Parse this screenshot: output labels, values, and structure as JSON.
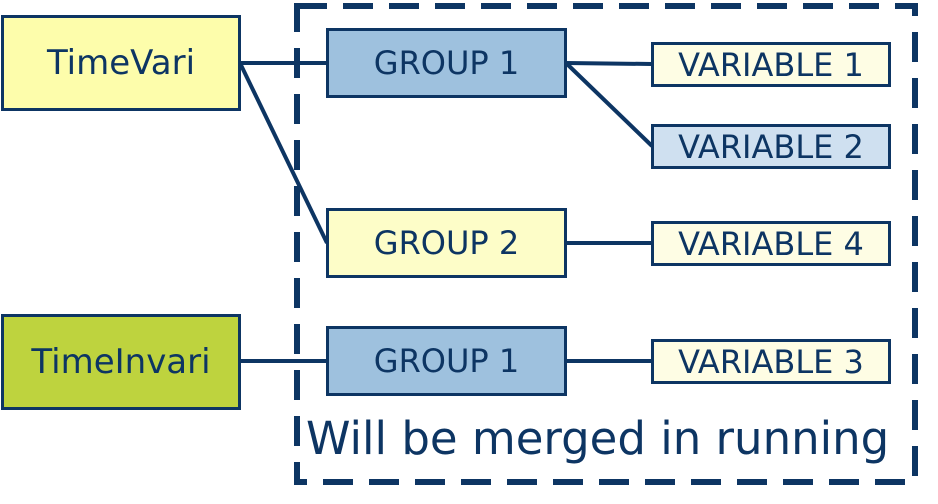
{
  "colors": {
    "stroke": "#0d3563",
    "time_vari_fill": "#fdfdab",
    "time_invari_fill": "#bed33e",
    "group_blue_fill": "#9ec1de",
    "group_yellow_fill": "#fdfdc8",
    "var_light_fill": "#fefde4",
    "var_blue_fill": "#cfe0f0"
  },
  "roots": {
    "time_vari": "TimeVari",
    "time_invari": "TimeInvari"
  },
  "groups": {
    "vari_group_1": "GROUP 1",
    "vari_group_2": "GROUP 2",
    "invari_group_1": "GROUP 1"
  },
  "variables": {
    "v1": "VARIABLE 1",
    "v2": "VARIABLE 2",
    "v4": "VARIABLE 4",
    "v3": "VARIABLE 3"
  },
  "merge_region": {
    "caption": "Will be merged in running"
  }
}
